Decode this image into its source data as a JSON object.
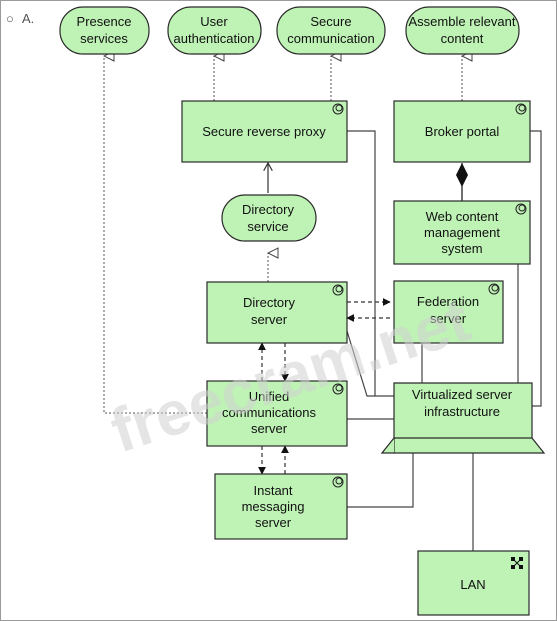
{
  "option": {
    "marker": "○",
    "label": "A."
  },
  "colors": {
    "node_fill": "#bff3b6",
    "node_stroke": "#2a2a2a",
    "line": "#444444",
    "watermark": "#cfcfcf"
  },
  "watermark": "freecram.net",
  "services": {
    "presence": [
      "Presence",
      "services"
    ],
    "user_auth": [
      "User",
      "authentication"
    ],
    "secure_comm": [
      "Secure",
      "communication"
    ],
    "assemble": [
      "Assemble relevant",
      "content"
    ],
    "directory": [
      "Directory",
      "service"
    ]
  },
  "components": {
    "reverse_proxy": [
      "Secure reverse proxy"
    ],
    "broker_portal": [
      "Broker portal"
    ],
    "wcms": [
      "Web content",
      "management",
      "system"
    ],
    "directory_server": [
      "Directory",
      "server"
    ],
    "federation_server": [
      "Federation",
      "server"
    ],
    "uc_server": [
      "Unified",
      "communications",
      "server"
    ],
    "im_server": [
      "Instant",
      "messaging",
      "server"
    ]
  },
  "nodes": {
    "vsi": [
      "Virtualized server",
      "infrastructure"
    ],
    "lan": [
      "LAN"
    ]
  },
  "icons": {
    "component": "component-icon",
    "network": "network-icon"
  }
}
